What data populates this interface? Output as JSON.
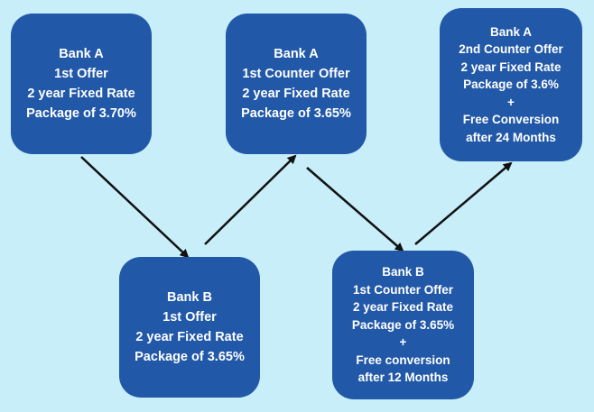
{
  "colors": {
    "background": "#c8eefa",
    "box_fill": "#2158a8",
    "box_text": "#ffffff",
    "arrow": "#111111"
  },
  "nodes": [
    {
      "id": "bank-a-1st-offer",
      "lines": [
        "Bank A",
        "1st Offer",
        "2 year Fixed Rate",
        "Package of 3.70%"
      ]
    },
    {
      "id": "bank-b-1st-offer",
      "lines": [
        "Bank B",
        "1st Offer",
        "2 year Fixed Rate",
        "Package of 3.65%"
      ]
    },
    {
      "id": "bank-a-1st-counter-offer",
      "lines": [
        "Bank A",
        "1st Counter Offer",
        "2 year Fixed Rate",
        "Package of 3.65%"
      ]
    },
    {
      "id": "bank-b-1st-counter-offer",
      "lines": [
        "Bank B",
        "1st Counter Offer",
        "2 year Fixed Rate",
        "Package of 3.65%",
        "+",
        "Free conversion",
        "after  12 Months"
      ]
    },
    {
      "id": "bank-a-2nd-counter-offer",
      "lines": [
        "Bank A",
        "2nd Counter Offer",
        "2 year Fixed Rate",
        "Package of 3.6%",
        "+",
        "Free Conversion",
        "after 24 Months"
      ]
    }
  ],
  "edges": [
    {
      "from": "bank-a-1st-offer",
      "to": "bank-b-1st-offer"
    },
    {
      "from": "bank-b-1st-offer",
      "to": "bank-a-1st-counter-offer"
    },
    {
      "from": "bank-a-1st-counter-offer",
      "to": "bank-b-1st-counter-offer"
    },
    {
      "from": "bank-b-1st-counter-offer",
      "to": "bank-a-2nd-counter-offer"
    }
  ]
}
